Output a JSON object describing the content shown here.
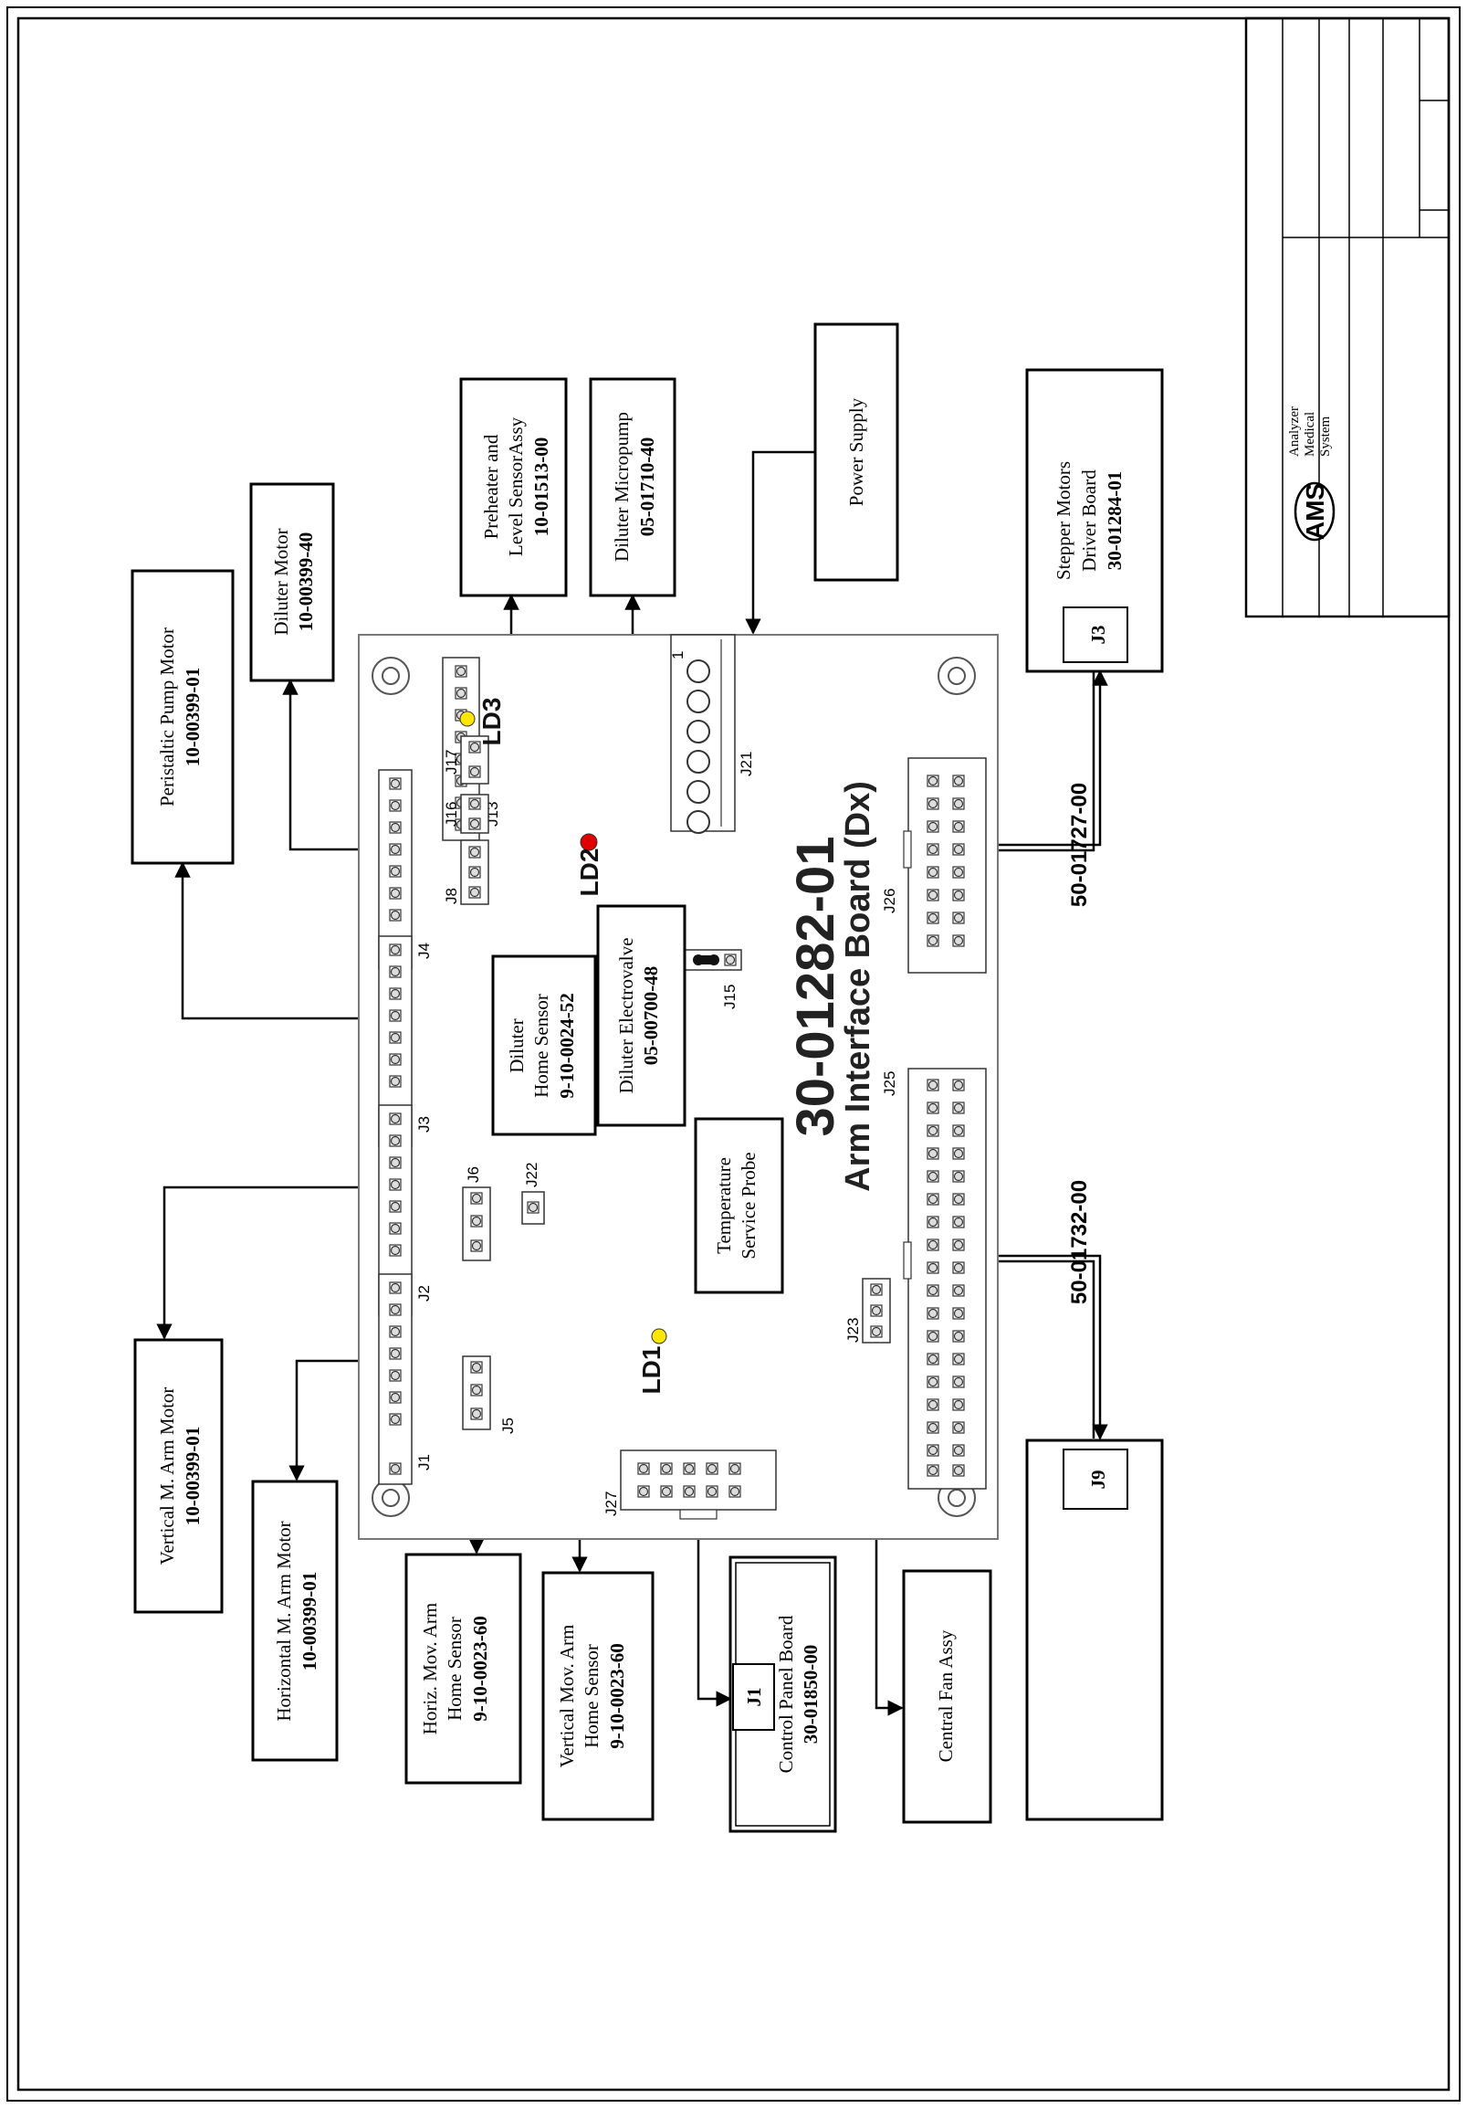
{
  "board": {
    "part_number": "30-01282-01",
    "name": "Arm Interface Board (Dx)"
  },
  "connectors": {
    "J1": "J1",
    "J2": "J2",
    "J3": "J3",
    "J4": "J4",
    "J5": "J5",
    "J6": "J6",
    "J8": "J8",
    "J13": "J13",
    "J15": "J15",
    "J16": "J16",
    "J17": "J17",
    "J21": "J21",
    "J22": "J22",
    "J23": "J23",
    "J25": "J25",
    "J26": "J26",
    "J27": "J27"
  },
  "pin_one": "1",
  "leds": {
    "LD1": "LD1",
    "LD2": "LD2",
    "LD3": "LD3"
  },
  "cables": {
    "c1": "50-01727-00",
    "c2": "50-01732-00"
  },
  "components": {
    "peristaltic": {
      "line1": "Peristaltic Pump Motor",
      "pn": "10-00399-01"
    },
    "diluter_motor": {
      "line1": "Diluter Motor",
      "pn": "10-00399-40"
    },
    "preheater": {
      "line1": "Preheater and",
      "line2": "Level SensorAssy",
      "pn": "10-01513-00"
    },
    "micropump": {
      "line1": "Diluter Micropump",
      "pn": "05-01710-40"
    },
    "power": {
      "line1": "Power Supply"
    },
    "stepper": {
      "line1": "Stepper Motors",
      "line2": "Driver Board",
      "pn": "30-01284-01",
      "conn": "J3"
    },
    "vert_motor": {
      "line1": "Vertical M. Arm Motor",
      "pn": "10-00399-01"
    },
    "horiz_motor": {
      "line1": "Horizontal M. Arm Motor",
      "pn": "10-00399-01"
    },
    "diluter_sensor": {
      "line1": "Diluter",
      "line2": "Home Sensor",
      "pn": "9-10-0024-52"
    },
    "electrovalve": {
      "line1": "Diluter Electrovalve",
      "pn": "05-00700-48"
    },
    "temp_probe": {
      "line1": "Temperature",
      "line2": "Service Probe"
    },
    "horiz_sensor": {
      "line1": "Horiz. Mov. Arm",
      "line2": "Home Sensor",
      "pn": "9-10-0023-60"
    },
    "vert_sensor": {
      "line1": "Vertical Mov. Arm",
      "line2": "Home Sensor",
      "pn": "9-10-0023-60"
    },
    "control_panel": {
      "line1": "Control Panel Board",
      "pn": "30-01850-00",
      "conn": "J1"
    },
    "fan": {
      "line1": "Central Fan Assy"
    },
    "j9_box": {
      "conn": "J9"
    }
  },
  "title_block": {
    "logo": "AMS",
    "company_line1": "Analyzer",
    "company_line2": "Medical",
    "company_line3": "System"
  }
}
